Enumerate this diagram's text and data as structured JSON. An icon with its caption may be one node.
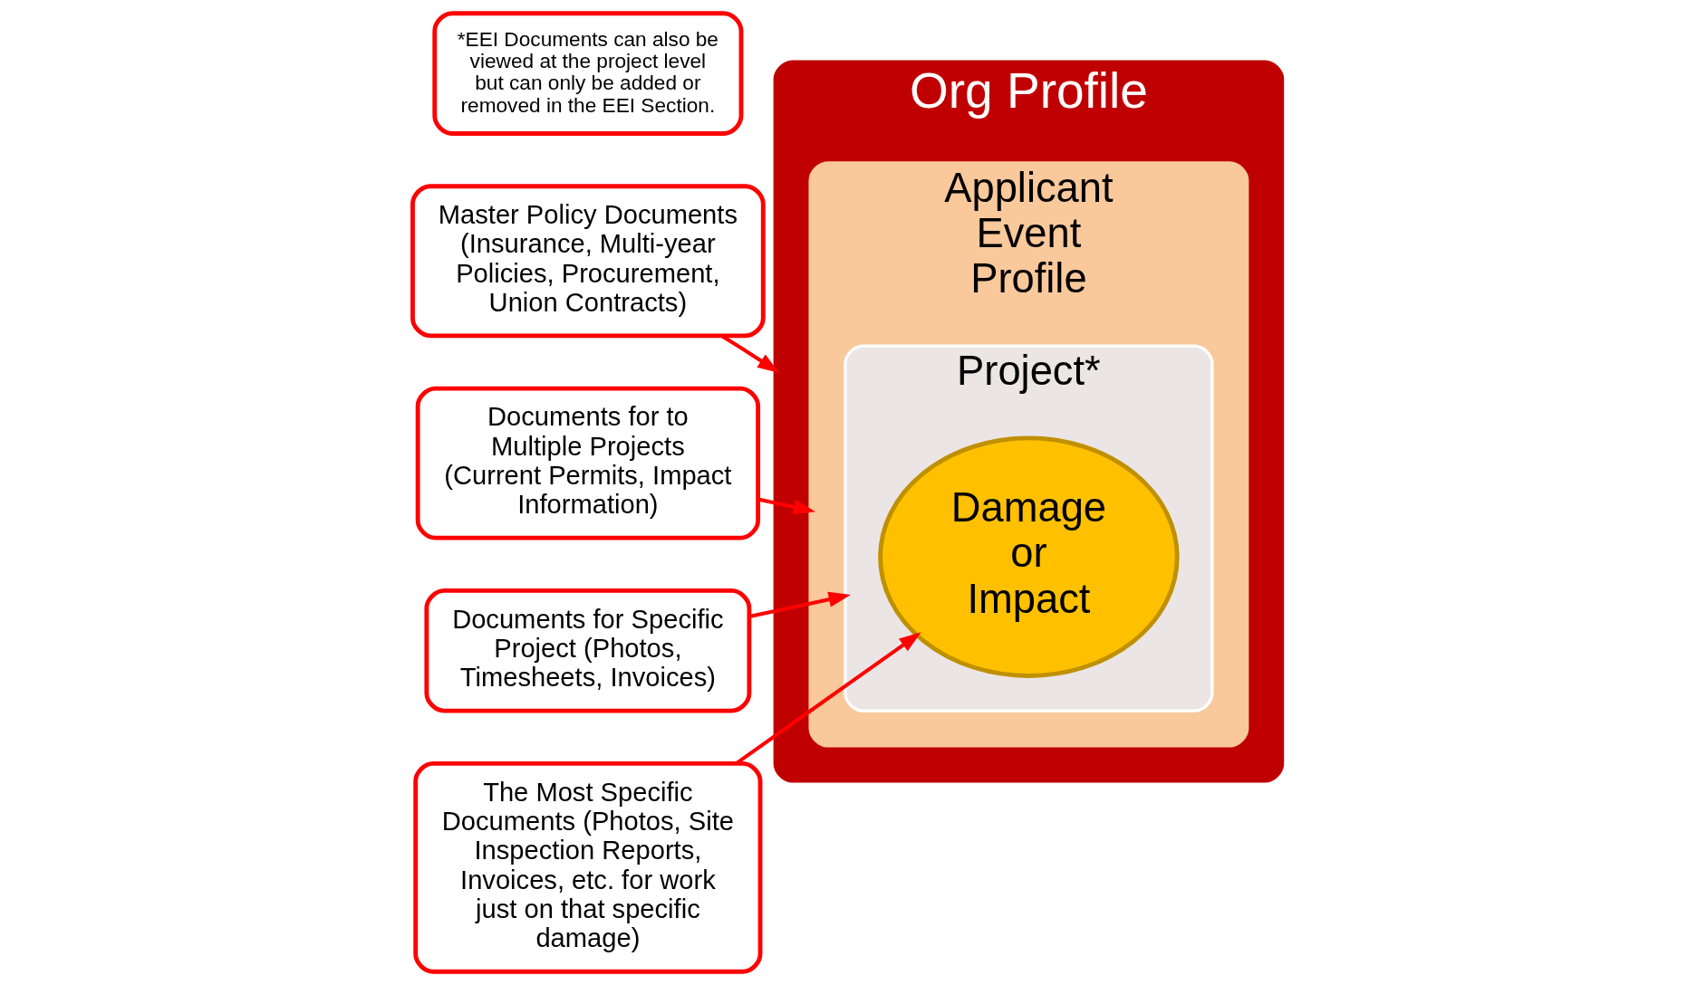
{
  "diagram": {
    "nodes": [
      {
        "text": [
          "Org Profile"
        ]
      },
      {
        "text": [
          "Applicant Event Profile"
        ],
        "in": 0
      },
      {
        "text": [
          "Project*"
        ],
        "in": 1
      },
      {
        "text": [
          "Damage or Impact"
        ],
        "in": 2
      },
      {
        "text": [
          "Master Policy Documents (Insurance, Multi-year Policies, Procurement, Union Contracts)"
        ]
      },
      {
        "text": [
          "Documents for to Multiple Projects (Current Permits, Impact Information)"
        ]
      },
      {
        "text": [
          "Documents for Specific Project (Photos, Timesheets, Invoices)"
        ]
      },
      {
        "text": [
          "The Most Specific Documents (Photos, Site Inspection Reports, Invoices, etc. for work just on that specific damage)"
        ]
      },
      {
        "text": [
          "*EEI Documents can also be viewed at the project level but can only be added or removed in the EEI Section."
        ]
      }
    ],
    "edges": [
      {
        "from": 4,
        "to": 0,
        "arrow": "to"
      },
      {
        "from": 5,
        "to": 1,
        "arrow": "to"
      },
      {
        "from": 6,
        "to": 2,
        "arrow": "to"
      },
      {
        "from": 7,
        "to": 3,
        "arrow": "to"
      }
    ]
  }
}
